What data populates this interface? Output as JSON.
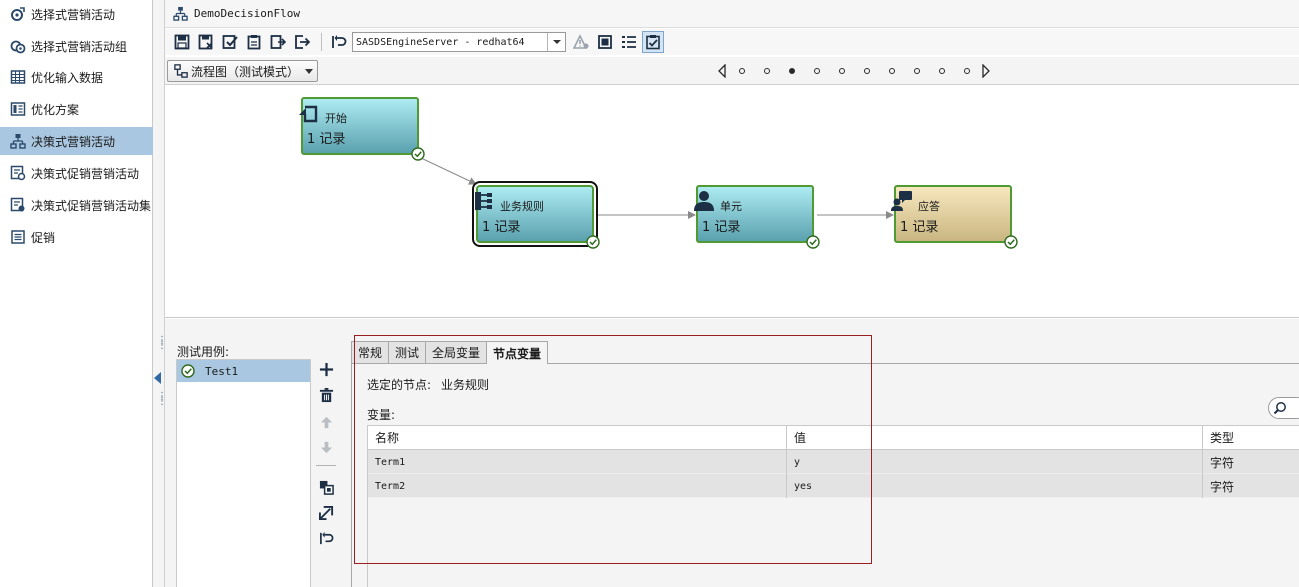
{
  "nav": {
    "items": [
      {
        "label": "选择式营销活动",
        "icon": "campaign-icon",
        "selected": false
      },
      {
        "label": "选择式营销活动组",
        "icon": "campaign-group-icon",
        "selected": false
      },
      {
        "label": "优化输入数据",
        "icon": "data-grid-icon",
        "selected": false
      },
      {
        "label": "优化方案",
        "icon": "scenario-icon",
        "selected": false
      },
      {
        "label": "决策式营销活动",
        "icon": "decision-flow-icon",
        "selected": true
      },
      {
        "label": "决策式促销营销活动",
        "icon": "promo-campaign-icon",
        "selected": false
      },
      {
        "label": "决策式促销营销活动集",
        "icon": "promo-campaign-set-icon",
        "selected": false
      },
      {
        "label": "促销",
        "icon": "list-icon",
        "selected": false
      }
    ]
  },
  "window": {
    "title": "DemoDecisionFlow"
  },
  "toolbar": {
    "server": "SASDSEngineServer - redhat64"
  },
  "view": {
    "label": "流程图（测试模式）"
  },
  "pager": {
    "current": 3,
    "total": 10
  },
  "flow": {
    "nodes": [
      {
        "title": "开始",
        "count": "1 记录",
        "icon": "start-icon",
        "kind": "normal",
        "selected": false
      },
      {
        "title": "业务规则",
        "count": "1 记录",
        "icon": "business-rule-icon",
        "kind": "normal",
        "selected": true
      },
      {
        "title": "单元",
        "count": "1 记录",
        "icon": "cell-person-icon",
        "kind": "normal",
        "selected": false
      },
      {
        "title": "应答",
        "count": "1 记录",
        "icon": "response-icon",
        "kind": "answer",
        "selected": false
      }
    ]
  },
  "testcases": {
    "label": "测试用例:",
    "items": [
      {
        "name": "Test1",
        "status": "passed"
      }
    ]
  },
  "props": {
    "tabs": [
      {
        "label": "常规",
        "active": false
      },
      {
        "label": "测试",
        "active": false
      },
      {
        "label": "全局变量",
        "active": false
      },
      {
        "label": "节点变量",
        "active": true
      }
    ],
    "selected_node_label": "选定的节点:",
    "selected_node_value": "业务规则",
    "variables_label": "变量:",
    "columns": [
      "名称",
      "值",
      "类型"
    ],
    "rows": [
      {
        "name": "Term1",
        "value": "y",
        "type": "字符"
      },
      {
        "name": "Term2",
        "value": "yes",
        "type": "字符"
      }
    ]
  },
  "colors": {
    "selection": "#a9c7e0",
    "node_border": "#4f9a33",
    "highlight_box": "#9a1f1f"
  }
}
